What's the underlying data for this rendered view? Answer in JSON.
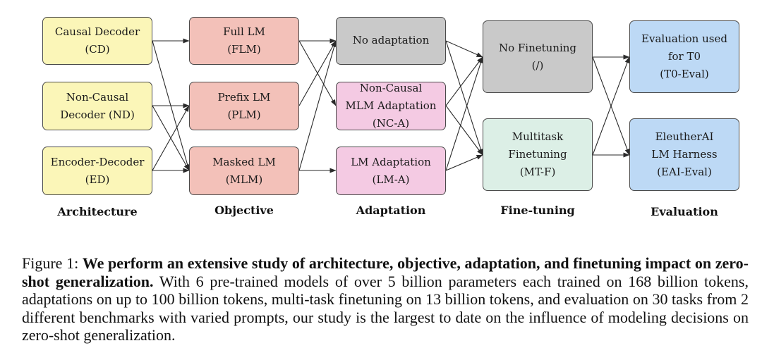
{
  "diagram": {
    "columns": [
      {
        "label": "Architecture",
        "boxes": [
          {
            "id": "CD",
            "lines": [
              "Causal Decoder",
              "(CD)"
            ],
            "color": "#fbf6b8"
          },
          {
            "id": "ND",
            "lines": [
              "Non-Causal",
              "Decoder (ND)"
            ],
            "color": "#fbf6b8"
          },
          {
            "id": "ED",
            "lines": [
              "Encoder-Decoder",
              "(ED)"
            ],
            "color": "#fbf6b8"
          }
        ]
      },
      {
        "label": "Objective",
        "boxes": [
          {
            "id": "FLM",
            "lines": [
              "Full LM",
              "(FLM)"
            ],
            "color": "#f3c1b9"
          },
          {
            "id": "PLM",
            "lines": [
              "Prefix LM",
              "(PLM)"
            ],
            "color": "#f3c1b9"
          },
          {
            "id": "MLM",
            "lines": [
              "Masked LM",
              "(MLM)"
            ],
            "color": "#f3c1b9"
          }
        ]
      },
      {
        "label": "Adaptation",
        "boxes": [
          {
            "id": "NOA",
            "lines": [
              "No adaptation"
            ],
            "color": "#c9c9c9"
          },
          {
            "id": "NCA",
            "lines": [
              "Non-Causal",
              "MLM Adaptation",
              "(NC-A)"
            ],
            "color": "#f4cae3"
          },
          {
            "id": "LMA",
            "lines": [
              "LM Adaptation",
              "(LM-A)"
            ],
            "color": "#f4cae3"
          }
        ]
      },
      {
        "label": "Fine-tuning",
        "boxes": [
          {
            "id": "NOF",
            "lines": [
              "No Finetuning",
              "(/)"
            ],
            "color": "#c9c9c9"
          },
          {
            "id": "MTF",
            "lines": [
              "Multitask",
              "Finetuning",
              "(MT-F)"
            ],
            "color": "#dcefe6"
          }
        ]
      },
      {
        "label": "Evaluation",
        "boxes": [
          {
            "id": "T0E",
            "lines": [
              "Evaluation used",
              "for T0",
              "(T0-Eval)"
            ],
            "color": "#bdd9f5"
          },
          {
            "id": "EAI",
            "lines": [
              "EleutherAI",
              "LM Harness",
              "(EAI-Eval)"
            ],
            "color": "#bdd9f5"
          }
        ]
      }
    ],
    "edges": [
      [
        "CD",
        "FLM"
      ],
      [
        "CD",
        "MLM"
      ],
      [
        "ND",
        "PLM"
      ],
      [
        "ND",
        "MLM"
      ],
      [
        "ED",
        "PLM"
      ],
      [
        "ED",
        "MLM"
      ],
      [
        "FLM",
        "NOA"
      ],
      [
        "FLM",
        "NCA"
      ],
      [
        "PLM",
        "NOA"
      ],
      [
        "MLM",
        "NOA"
      ],
      [
        "MLM",
        "LMA"
      ],
      [
        "NOA",
        "NOF"
      ],
      [
        "NOA",
        "MTF"
      ],
      [
        "NCA",
        "NOF"
      ],
      [
        "NCA",
        "MTF"
      ],
      [
        "LMA",
        "NOF"
      ],
      [
        "LMA",
        "MTF"
      ],
      [
        "NOF",
        "T0E"
      ],
      [
        "NOF",
        "EAI"
      ],
      [
        "MTF",
        "T0E"
      ],
      [
        "MTF",
        "EAI"
      ]
    ],
    "edge_color": "#2a2a2a"
  },
  "caption": {
    "prefix": "Figure 1: ",
    "bold": "We perform an extensive study of architecture, objective, adaptation, and finetuning impact on zero-shot generalization.",
    "body": " With 6 pre-trained models of over 5 billion parameters each trained on 168 billion tokens, adaptations on up to 100 billion tokens, multi-task finetuning on 13 billion tokens, and evaluation on 30 tasks from 2 different benchmarks with varied prompts, our study is the largest to date on the influence of modeling decisions on zero-shot generalization."
  }
}
